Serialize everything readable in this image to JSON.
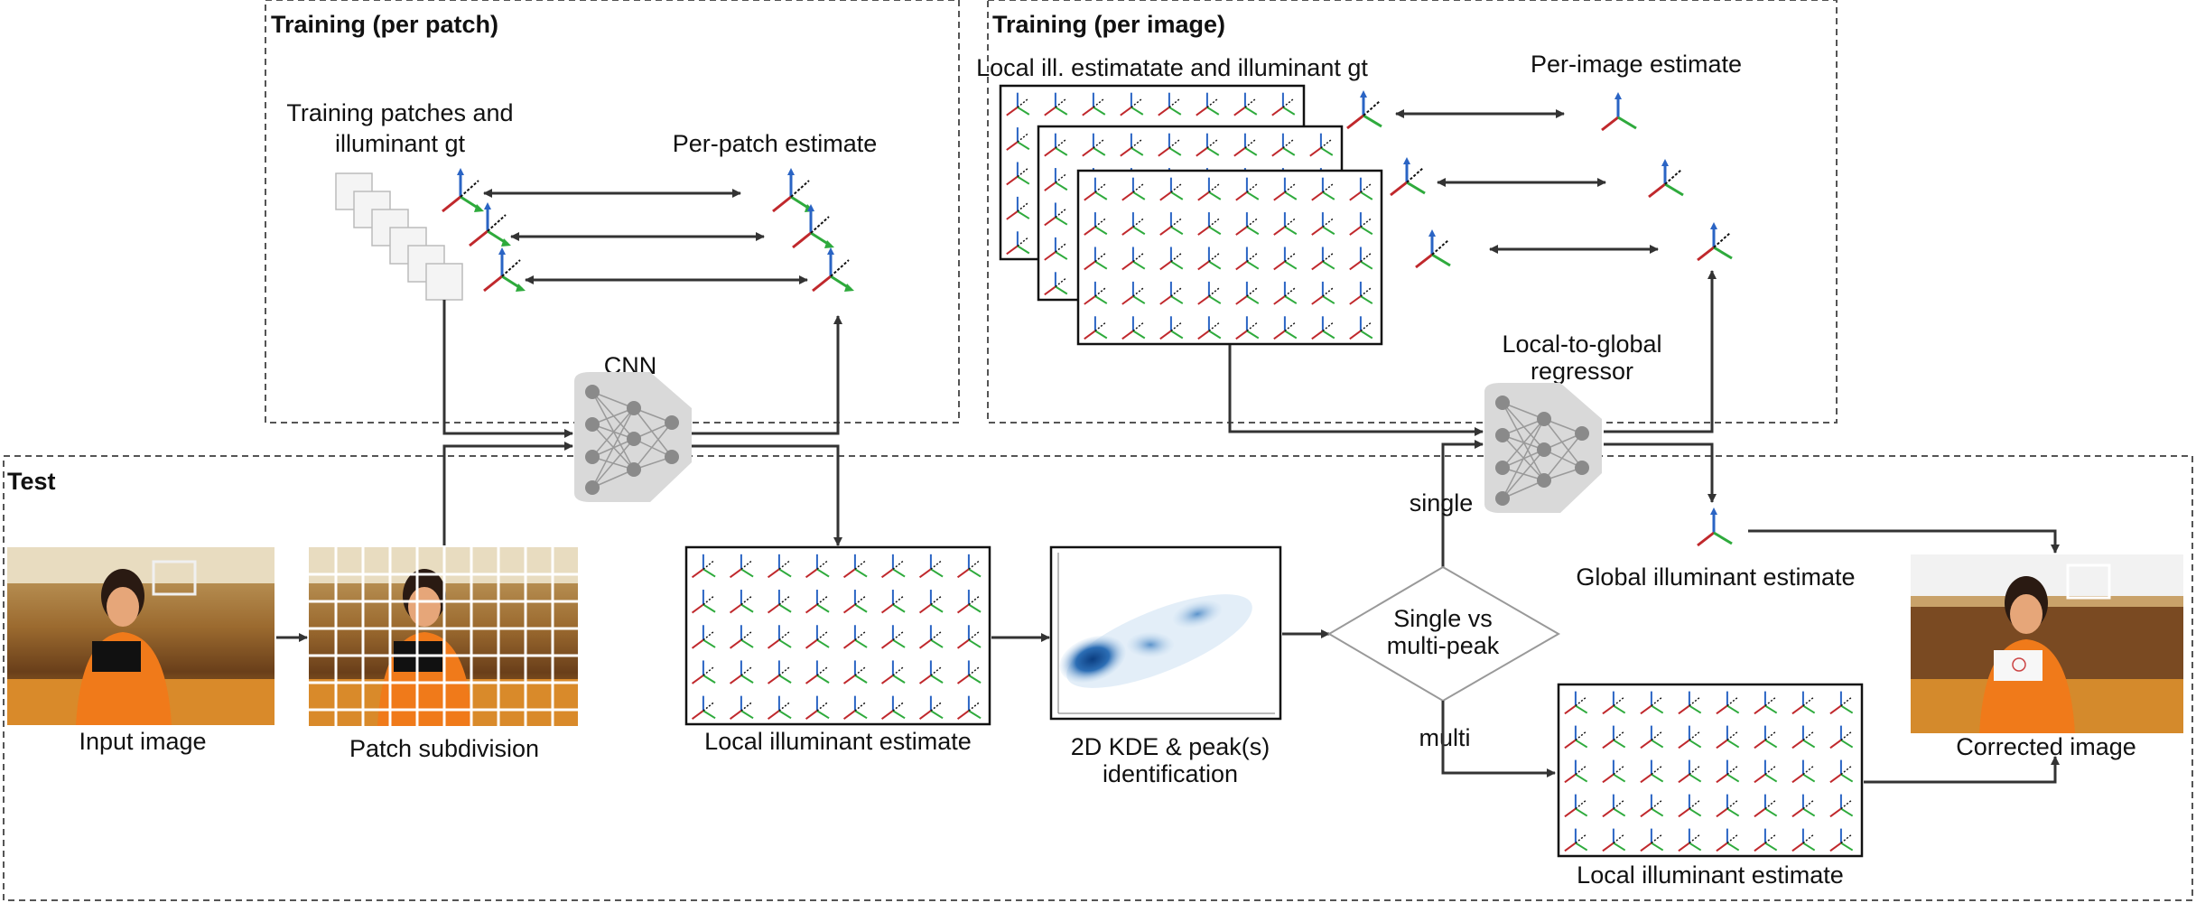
{
  "sections": {
    "training_patch": "Training (per patch)",
    "training_image": "Training (per image)",
    "test": "Test"
  },
  "labels": {
    "training_patches_line1": "Training patches and",
    "training_patches_line2": "illuminant gt",
    "per_patch_estimate": "Per-patch estimate",
    "cnn": "CNN",
    "local_ill_gt": "Local ill. estimatate and illuminant gt",
    "per_image_estimate": "Per-image estimate",
    "local_to_global_line1": "Local-to-global",
    "local_to_global_line2": "regressor",
    "input_image": "Input image",
    "patch_subdivision": "Patch subdivision",
    "local_illuminant_estimate": "Local illuminant estimate",
    "kde_line1": "2D KDE & peak(s)",
    "kde_line2": "identification",
    "decision_line1": "Single vs",
    "decision_line2": "multi-peak",
    "single": "single",
    "multi": "multi",
    "global_illuminant_estimate": "Global illuminant estimate",
    "local_illuminant_estimate_2": "Local illuminant estimate",
    "corrected_image": "Corrected image"
  },
  "colors": {
    "axis_red": "#c0282c",
    "axis_green": "#2eaa3c",
    "axis_blue": "#2a64c4",
    "dashed_border": "#555555",
    "arrow": "#333333",
    "network_node": "#8a8a8a",
    "network_bg": "#d9d9d9",
    "kde_blue": "#1f5fa8"
  },
  "icons": {
    "network": "neural-network-icon",
    "axis_glyph": "rgb-axis-icon",
    "photo": "photo-thumbnail"
  }
}
